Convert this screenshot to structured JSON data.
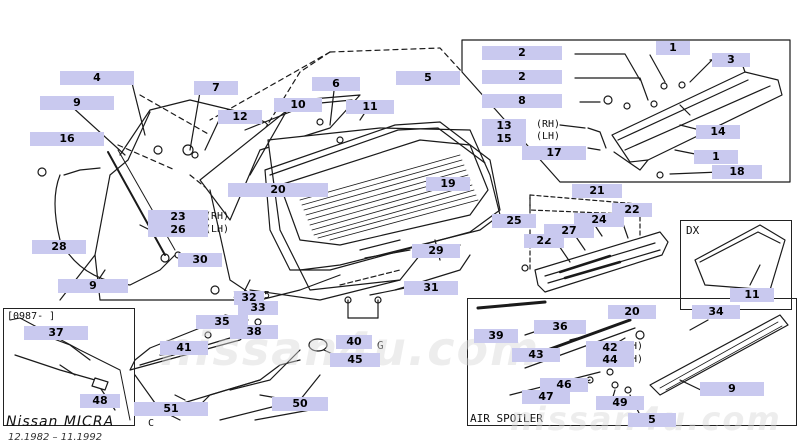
{
  "diagram": {
    "callouts": [
      {
        "id": "c1",
        "text": "1"
      },
      {
        "id": "c2",
        "text": "2"
      },
      {
        "id": "c3",
        "text": "3"
      },
      {
        "id": "c2b",
        "text": "2"
      },
      {
        "id": "c4",
        "text": "4"
      },
      {
        "id": "c5",
        "text": "5"
      },
      {
        "id": "c6",
        "text": "6"
      },
      {
        "id": "c7",
        "text": "7"
      },
      {
        "id": "c8",
        "text": "8"
      },
      {
        "id": "c9",
        "text": "9"
      },
      {
        "id": "c10",
        "text": "10"
      },
      {
        "id": "c11",
        "text": "11"
      },
      {
        "id": "c12",
        "text": "12"
      },
      {
        "id": "c13",
        "text": "13"
      },
      {
        "id": "c14",
        "text": "14"
      },
      {
        "id": "c15",
        "text": "15"
      },
      {
        "id": "c16",
        "text": "16"
      },
      {
        "id": "c1b",
        "text": "1"
      },
      {
        "id": "c17",
        "text": "17"
      },
      {
        "id": "c18",
        "text": "18"
      },
      {
        "id": "c19",
        "text": "19"
      },
      {
        "id": "c20",
        "text": "20"
      },
      {
        "id": "c21",
        "text": "21"
      },
      {
        "id": "c22a",
        "text": "22"
      },
      {
        "id": "c22b",
        "text": "22"
      },
      {
        "id": "c23",
        "text": "23"
      },
      {
        "id": "c24",
        "text": "24"
      },
      {
        "id": "c25",
        "text": "25"
      },
      {
        "id": "c26",
        "text": "26"
      },
      {
        "id": "c27",
        "text": "27"
      },
      {
        "id": "c28",
        "text": "28"
      },
      {
        "id": "c29",
        "text": "29"
      },
      {
        "id": "c30",
        "text": "30"
      },
      {
        "id": "c9b",
        "text": "9"
      },
      {
        "id": "c31",
        "text": "31"
      },
      {
        "id": "c32",
        "text": "32"
      },
      {
        "id": "c33",
        "text": "33"
      },
      {
        "id": "c35",
        "text": "35"
      },
      {
        "id": "c37",
        "text": "37"
      },
      {
        "id": "c38",
        "text": "38"
      },
      {
        "id": "c40",
        "text": "40"
      },
      {
        "id": "c41",
        "text": "41"
      },
      {
        "id": "c45",
        "text": "45"
      },
      {
        "id": "c48",
        "text": "48"
      },
      {
        "id": "c51",
        "text": "51"
      },
      {
        "id": "c50",
        "text": "50"
      },
      {
        "id": "c11b",
        "text": "11"
      },
      {
        "id": "c20b",
        "text": "20"
      },
      {
        "id": "c34",
        "text": "34"
      },
      {
        "id": "c36",
        "text": "36"
      },
      {
        "id": "c39",
        "text": "39"
      },
      {
        "id": "c42",
        "text": "42"
      },
      {
        "id": "c44",
        "text": "44"
      },
      {
        "id": "c43",
        "text": "43"
      },
      {
        "id": "c46",
        "text": "46"
      },
      {
        "id": "c47",
        "text": "47"
      },
      {
        "id": "c49",
        "text": "49"
      },
      {
        "id": "c9c",
        "text": "9"
      },
      {
        "id": "c5b",
        "text": "5"
      }
    ],
    "side_notes": {
      "rh1": "(RH)",
      "lh1": "(LH)",
      "rh2": "(RH)",
      "lh2": "(LH)",
      "rh3": "(RH)",
      "lh3": "(LH)",
      "g_mark": "G",
      "dx_label": "DX",
      "date_code": "[0987- ]",
      "air_spoiler": "AIR SPOILER",
      "code_3": "3",
      "code_25": "25",
      "corner_c": "C"
    },
    "footer": {
      "model": "Nissan MICRA",
      "period": "12.1982 – 11.1992"
    },
    "watermark": {
      "main": "nissan4u.com",
      "corner": "nissan4u.com"
    }
  }
}
